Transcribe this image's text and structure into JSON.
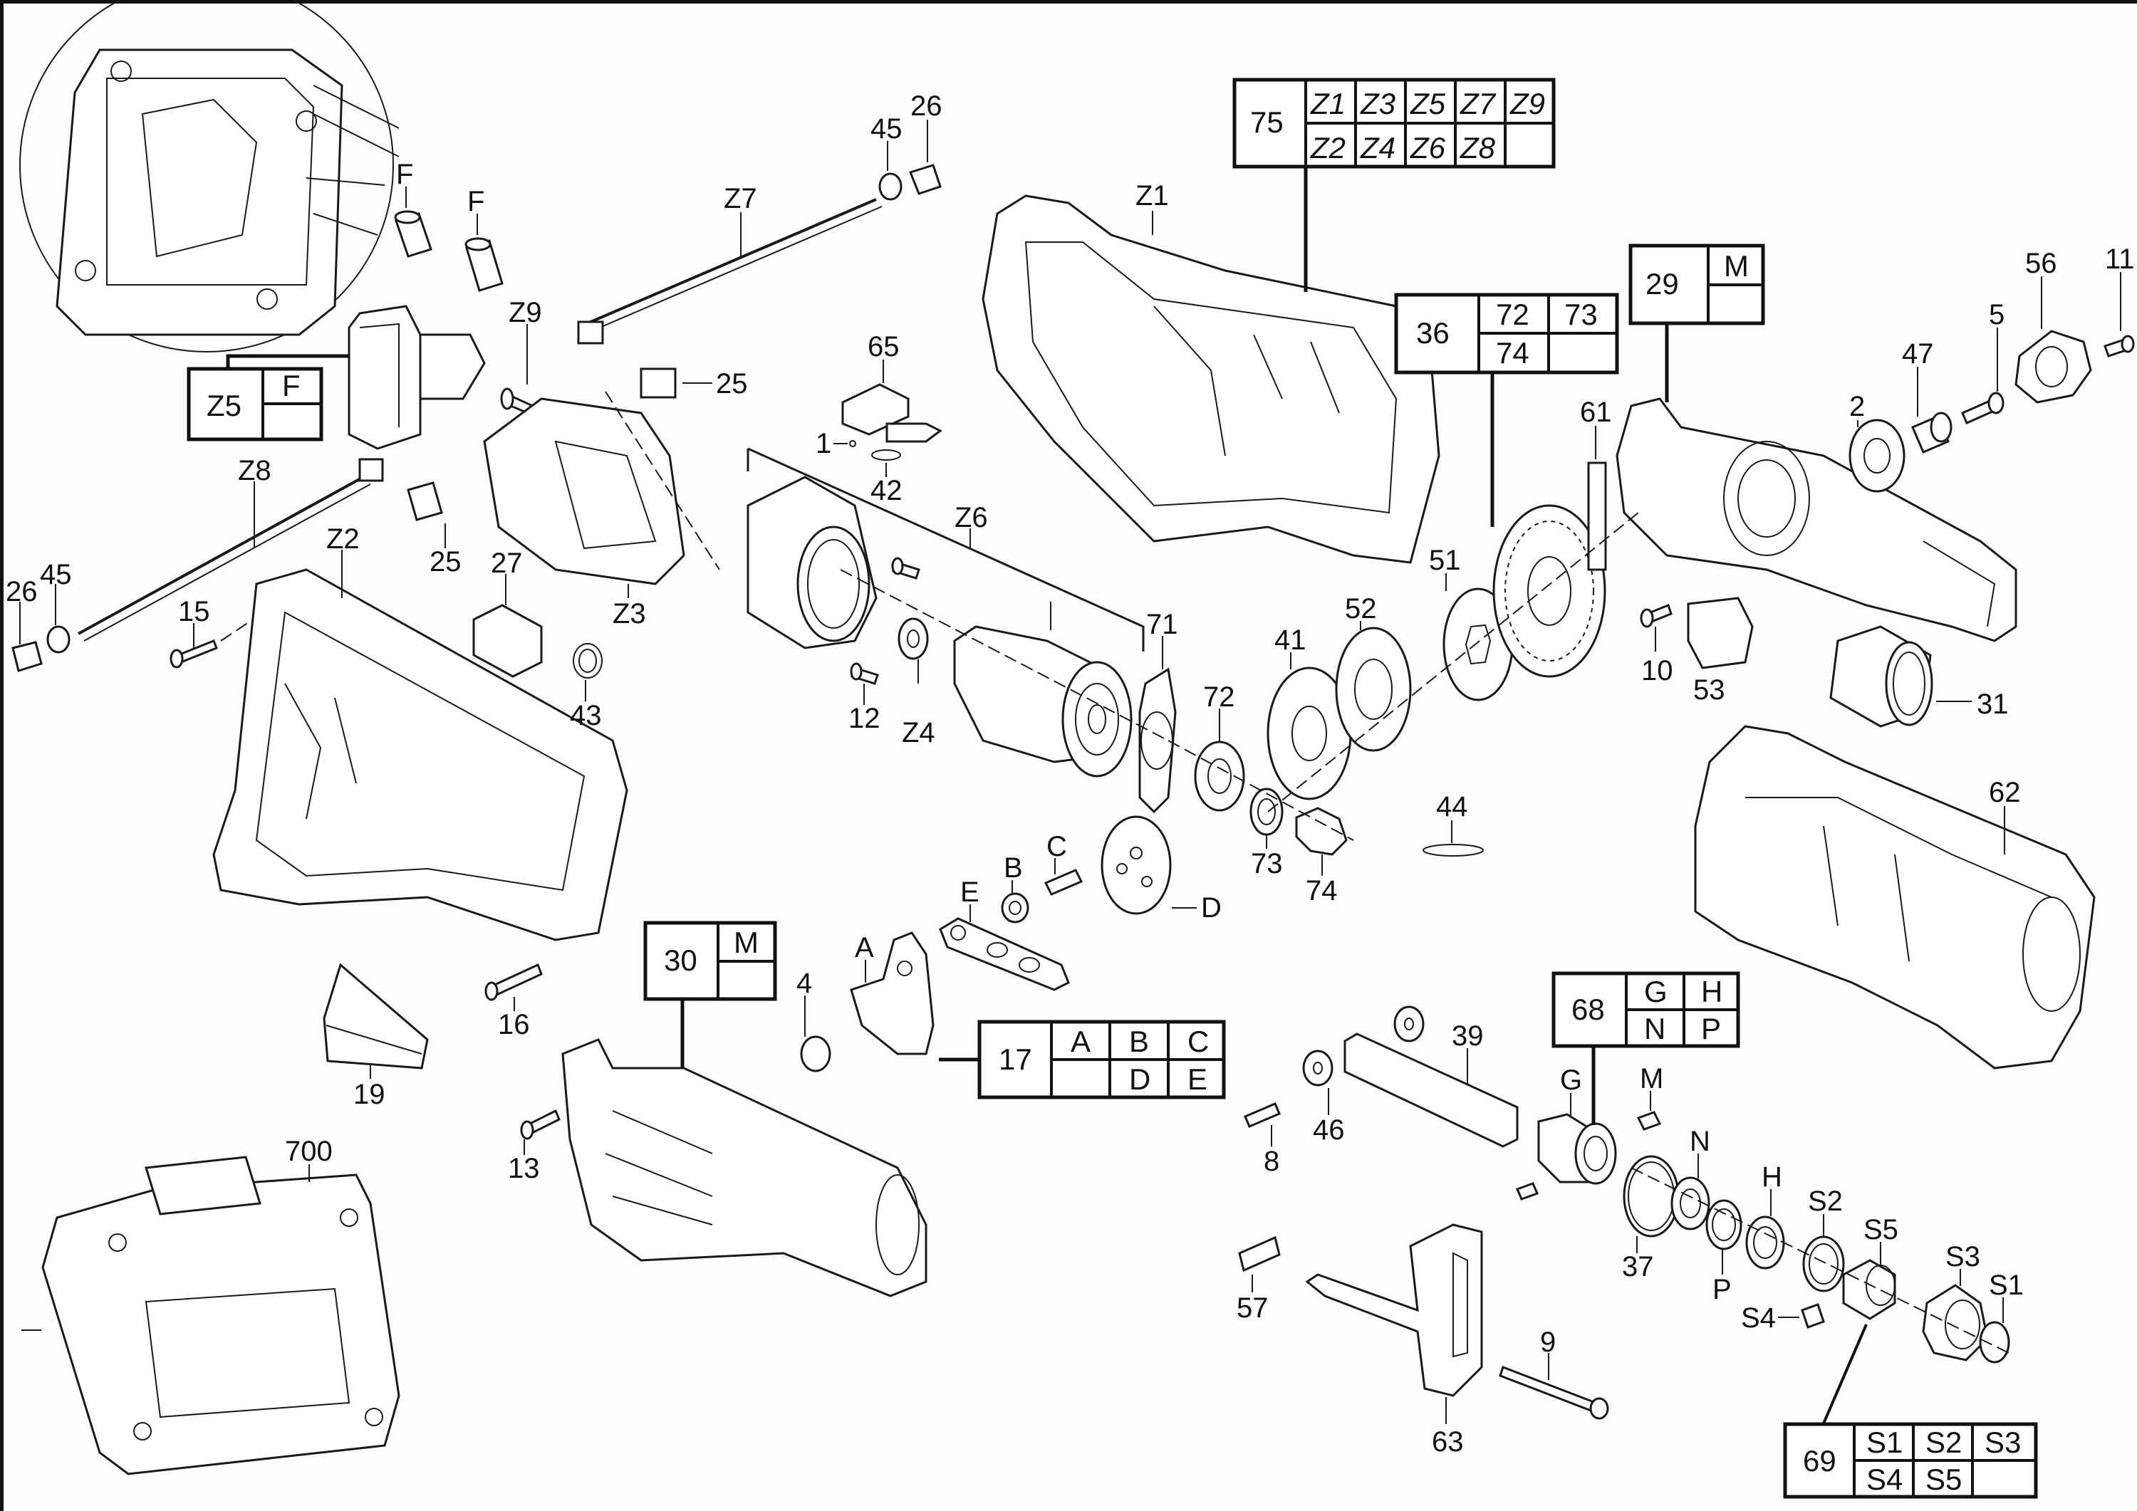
{
  "diagram": {
    "type": "exploded-parts-diagram",
    "callouts": [
      {
        "id": "F_a",
        "text": "F"
      },
      {
        "id": "F_b",
        "text": "F"
      },
      {
        "id": "Z9",
        "text": "Z9"
      },
      {
        "id": "25_a",
        "text": "25"
      },
      {
        "id": "Z7",
        "text": "Z7"
      },
      {
        "id": "45_a",
        "text": "45"
      },
      {
        "id": "26_a",
        "text": "26"
      },
      {
        "id": "65",
        "text": "65"
      },
      {
        "id": "1",
        "text": "1"
      },
      {
        "id": "42",
        "text": "42"
      },
      {
        "id": "Z1",
        "text": "Z1"
      },
      {
        "id": "Z8",
        "text": "Z8"
      },
      {
        "id": "Z2",
        "text": "Z2"
      },
      {
        "id": "25_b",
        "text": "25"
      },
      {
        "id": "27",
        "text": "27"
      },
      {
        "id": "Z3",
        "text": "Z3"
      },
      {
        "id": "Z6",
        "text": "Z6"
      },
      {
        "id": "26_b",
        "text": "26"
      },
      {
        "id": "45_b",
        "text": "45"
      },
      {
        "id": "15",
        "text": "15"
      },
      {
        "id": "43",
        "text": "43"
      },
      {
        "id": "12",
        "text": "12"
      },
      {
        "id": "Z4",
        "text": "Z4"
      },
      {
        "id": "71",
        "text": "71"
      },
      {
        "id": "72",
        "text": "72"
      },
      {
        "id": "41",
        "text": "41"
      },
      {
        "id": "52",
        "text": "52"
      },
      {
        "id": "51",
        "text": "51"
      },
      {
        "id": "61",
        "text": "61"
      },
      {
        "id": "2",
        "text": "2"
      },
      {
        "id": "47",
        "text": "47"
      },
      {
        "id": "5",
        "text": "5"
      },
      {
        "id": "56",
        "text": "56"
      },
      {
        "id": "11",
        "text": "11"
      },
      {
        "id": "10",
        "text": "10"
      },
      {
        "id": "53",
        "text": "53"
      },
      {
        "id": "31",
        "text": "31"
      },
      {
        "id": "62",
        "text": "62"
      },
      {
        "id": "73",
        "text": "73"
      },
      {
        "id": "74",
        "text": "74"
      },
      {
        "id": "44",
        "text": "44"
      },
      {
        "id": "C",
        "text": "C"
      },
      {
        "id": "B",
        "text": "B"
      },
      {
        "id": "E",
        "text": "E"
      },
      {
        "id": "D",
        "text": "D"
      },
      {
        "id": "A",
        "text": "A"
      },
      {
        "id": "4",
        "text": "4"
      },
      {
        "id": "16",
        "text": "16"
      },
      {
        "id": "19",
        "text": "19"
      },
      {
        "id": "13",
        "text": "13"
      },
      {
        "id": "700",
        "text": "700"
      },
      {
        "id": "39",
        "text": "39"
      },
      {
        "id": "46",
        "text": "46"
      },
      {
        "id": "8",
        "text": "8"
      },
      {
        "id": "G",
        "text": "G"
      },
      {
        "id": "M",
        "text": "M"
      },
      {
        "id": "N",
        "text": "N"
      },
      {
        "id": "H",
        "text": "H"
      },
      {
        "id": "S2",
        "text": "S2"
      },
      {
        "id": "S5",
        "text": "S5"
      },
      {
        "id": "37",
        "text": "37"
      },
      {
        "id": "P",
        "text": "P"
      },
      {
        "id": "S3",
        "text": "S3"
      },
      {
        "id": "S1",
        "text": "S1"
      },
      {
        "id": "S4",
        "text": "S4"
      },
      {
        "id": "57",
        "text": "57"
      },
      {
        "id": "9",
        "text": "9"
      },
      {
        "id": "63",
        "text": "63"
      }
    ],
    "kit_tables": [
      {
        "id": "kit-75",
        "number": "75",
        "rows": [
          [
            "Z1",
            "Z3",
            "Z5",
            "Z7",
            "Z9"
          ],
          [
            "Z2",
            "Z4",
            "Z6",
            "Z8",
            ""
          ]
        ]
      },
      {
        "id": "kit-z5",
        "number": "Z5",
        "rows": [
          [
            "F"
          ],
          [
            ""
          ]
        ]
      },
      {
        "id": "kit-36",
        "number": "36",
        "rows": [
          [
            "72",
            "73"
          ],
          [
            "74",
            ""
          ]
        ]
      },
      {
        "id": "kit-29",
        "number": "29",
        "rows": [
          [
            "M"
          ],
          [
            ""
          ]
        ]
      },
      {
        "id": "kit-30",
        "number": "30",
        "rows": [
          [
            "M"
          ],
          [
            ""
          ]
        ]
      },
      {
        "id": "kit-17",
        "number": "17",
        "rows": [
          [
            "A",
            "B",
            "C"
          ],
          [
            "",
            "D",
            "E"
          ]
        ]
      },
      {
        "id": "kit-68",
        "number": "68",
        "rows": [
          [
            "G",
            "H"
          ],
          [
            "N",
            "P"
          ]
        ]
      },
      {
        "id": "kit-69",
        "number": "69",
        "rows": [
          [
            "S1",
            "S2",
            "S3"
          ],
          [
            "S4",
            "S5",
            ""
          ]
        ]
      }
    ]
  }
}
